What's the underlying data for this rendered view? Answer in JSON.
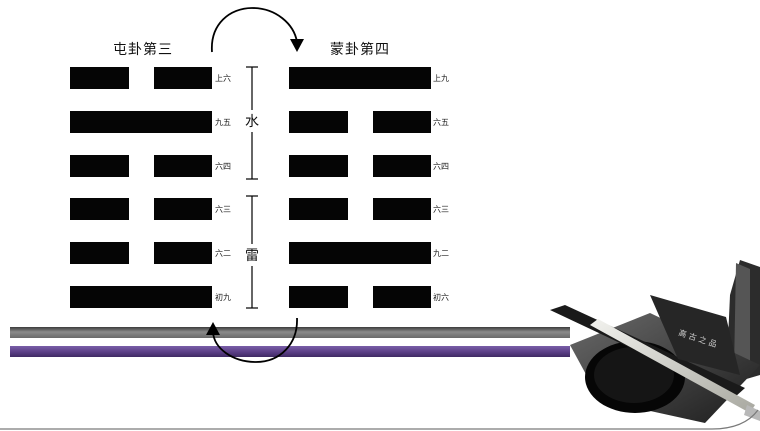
{
  "hexagrams": {
    "left": {
      "title": "屯卦第三",
      "lines": [
        {
          "label": "上六",
          "type": "broken"
        },
        {
          "label": "九五",
          "type": "solid"
        },
        {
          "label": "六四",
          "type": "broken"
        },
        {
          "label": "六三",
          "type": "broken"
        },
        {
          "label": "六二",
          "type": "broken"
        },
        {
          "label": "初九",
          "type": "solid"
        }
      ]
    },
    "right": {
      "title": "蒙卦第四",
      "lines": [
        {
          "label": "上九",
          "type": "solid"
        },
        {
          "label": "六五",
          "type": "broken"
        },
        {
          "label": "六四",
          "type": "broken"
        },
        {
          "label": "六三",
          "type": "broken"
        },
        {
          "label": "九二",
          "type": "solid"
        },
        {
          "label": "初六",
          "type": "broken"
        }
      ]
    }
  },
  "trigrams": {
    "upper": "水",
    "lower": "雷"
  },
  "colors": {
    "line_black": "#050505",
    "band_gray": "#5a5a5a",
    "band_purple": "#5b3f86"
  }
}
